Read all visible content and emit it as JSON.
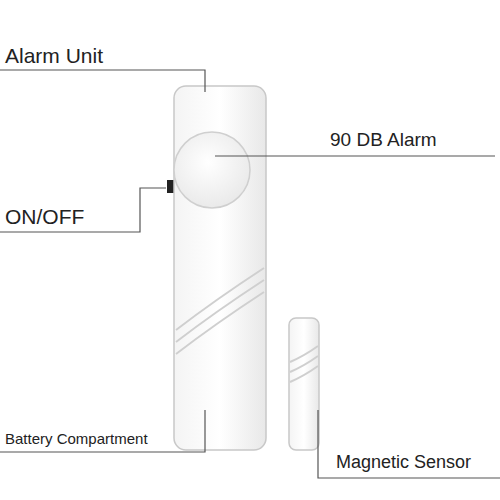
{
  "diagram": {
    "labels": [
      "Alarm Unit",
      "90 DB Alarm",
      "ON/OFF",
      "Battery Compartment",
      "Magnetic Sensor"
    ]
  }
}
